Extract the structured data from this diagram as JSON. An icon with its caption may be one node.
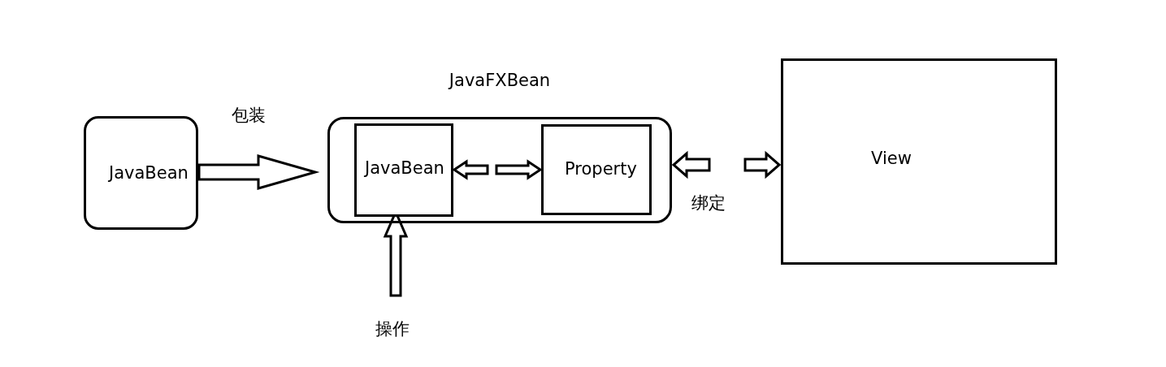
{
  "diagram": {
    "nodes": [
      {
        "text": [
          "JavaBean"
        ]
      },
      {
        "text": [
          "JavaFXBean"
        ]
      },
      {
        "text": [
          "JavaBean"
        ],
        "in": 1
      },
      {
        "text": [
          "Property"
        ],
        "in": 1
      },
      {
        "text": [
          "View"
        ]
      },
      {
        "text": [
          "操作"
        ]
      }
    ],
    "edges": [
      {
        "from": 0,
        "to": 1,
        "arrow": "to",
        "label": "包装"
      },
      {
        "from": 2,
        "to": 3,
        "arrow": "both"
      },
      {
        "from": 1,
        "to": 4,
        "arrow": "both",
        "label": "绑定"
      },
      {
        "from": 5,
        "to": 2,
        "arrow": "to"
      }
    ]
  }
}
